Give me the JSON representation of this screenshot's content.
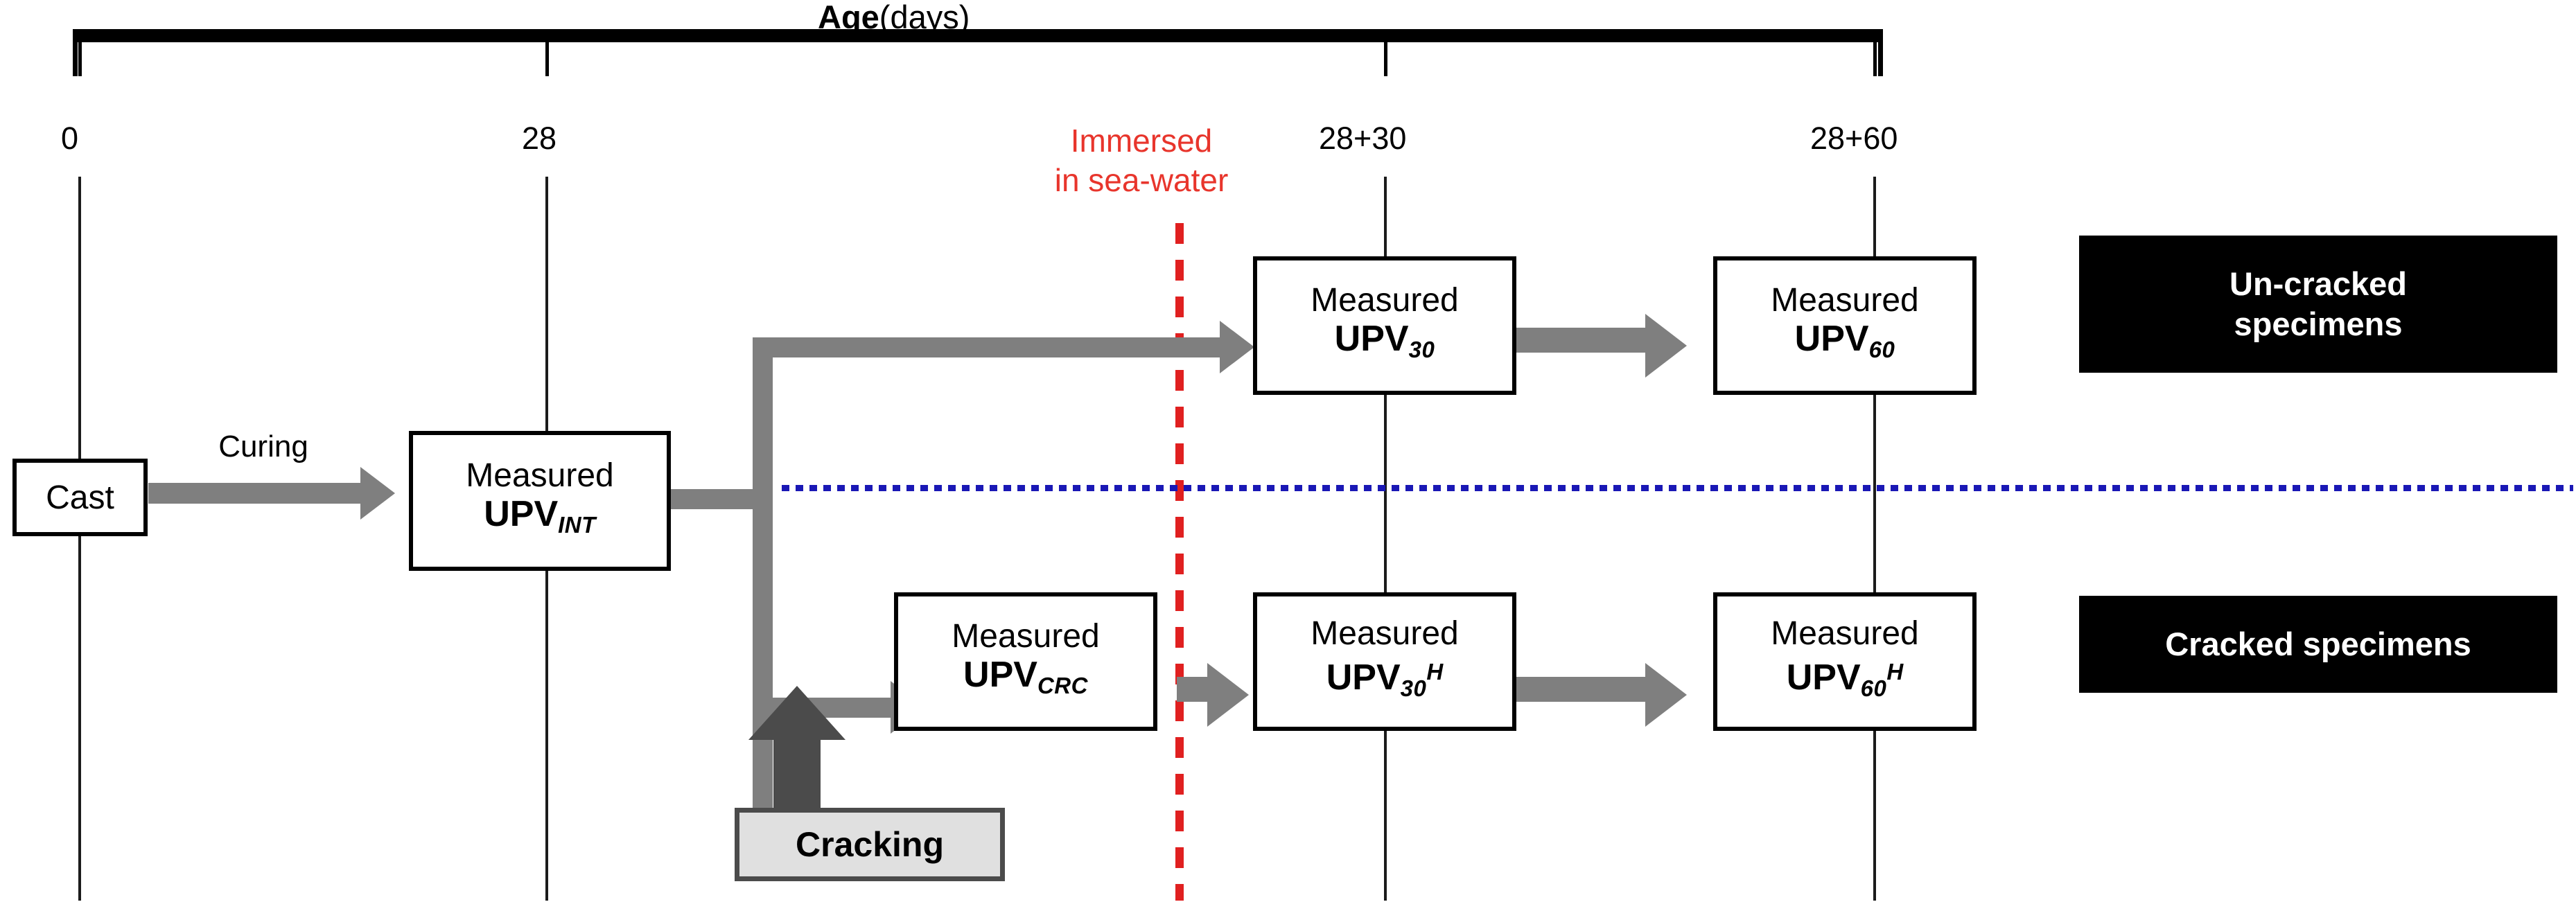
{
  "timeline": {
    "title_bold": "Age",
    "title_rest": "(days)",
    "ticks": [
      {
        "label": "0"
      },
      {
        "label": "28"
      },
      {
        "label": "28+30"
      },
      {
        "label": "28+60"
      }
    ]
  },
  "markers": {
    "immersed_line1": "Immersed",
    "immersed_line2": "in sea-water",
    "immersed_color": "#e8352c",
    "divider_color": "#1a18b5"
  },
  "flow": {
    "cast": "Cast",
    "curing": "Curing",
    "cracking": "Cracking",
    "measured": "Measured",
    "upv": "UPV",
    "sub_int": "INT",
    "sub_crc": "CRC",
    "sub_30": "30",
    "sub_60": "60",
    "sup_h": "H"
  },
  "legend": {
    "uncracked_line1": "Un-cracked",
    "uncracked_line2": "specimens",
    "cracked": "Cracked specimens",
    "background": "#000000",
    "text_color": "#ffffff"
  }
}
